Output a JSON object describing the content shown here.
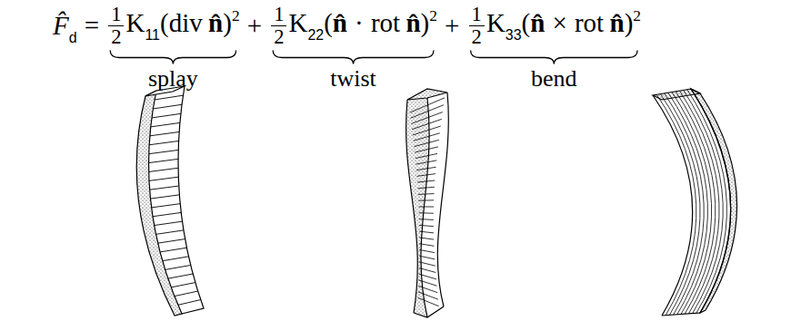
{
  "diagram": {
    "labels": [
      "F̂",
      "d",
      "=",
      "1",
      "2",
      "K",
      "11",
      "(div",
      "n̂",
      ")",
      "2",
      "+",
      "1",
      "2",
      "K",
      "22",
      "(",
      "n̂",
      "·",
      "rot",
      "n̂",
      ")",
      "2",
      "+",
      "1",
      "2",
      "K",
      "33",
      "(",
      "n̂",
      "×",
      "rot",
      "n̂",
      ")",
      "2",
      "splay",
      "twist",
      "bend"
    ]
  }
}
